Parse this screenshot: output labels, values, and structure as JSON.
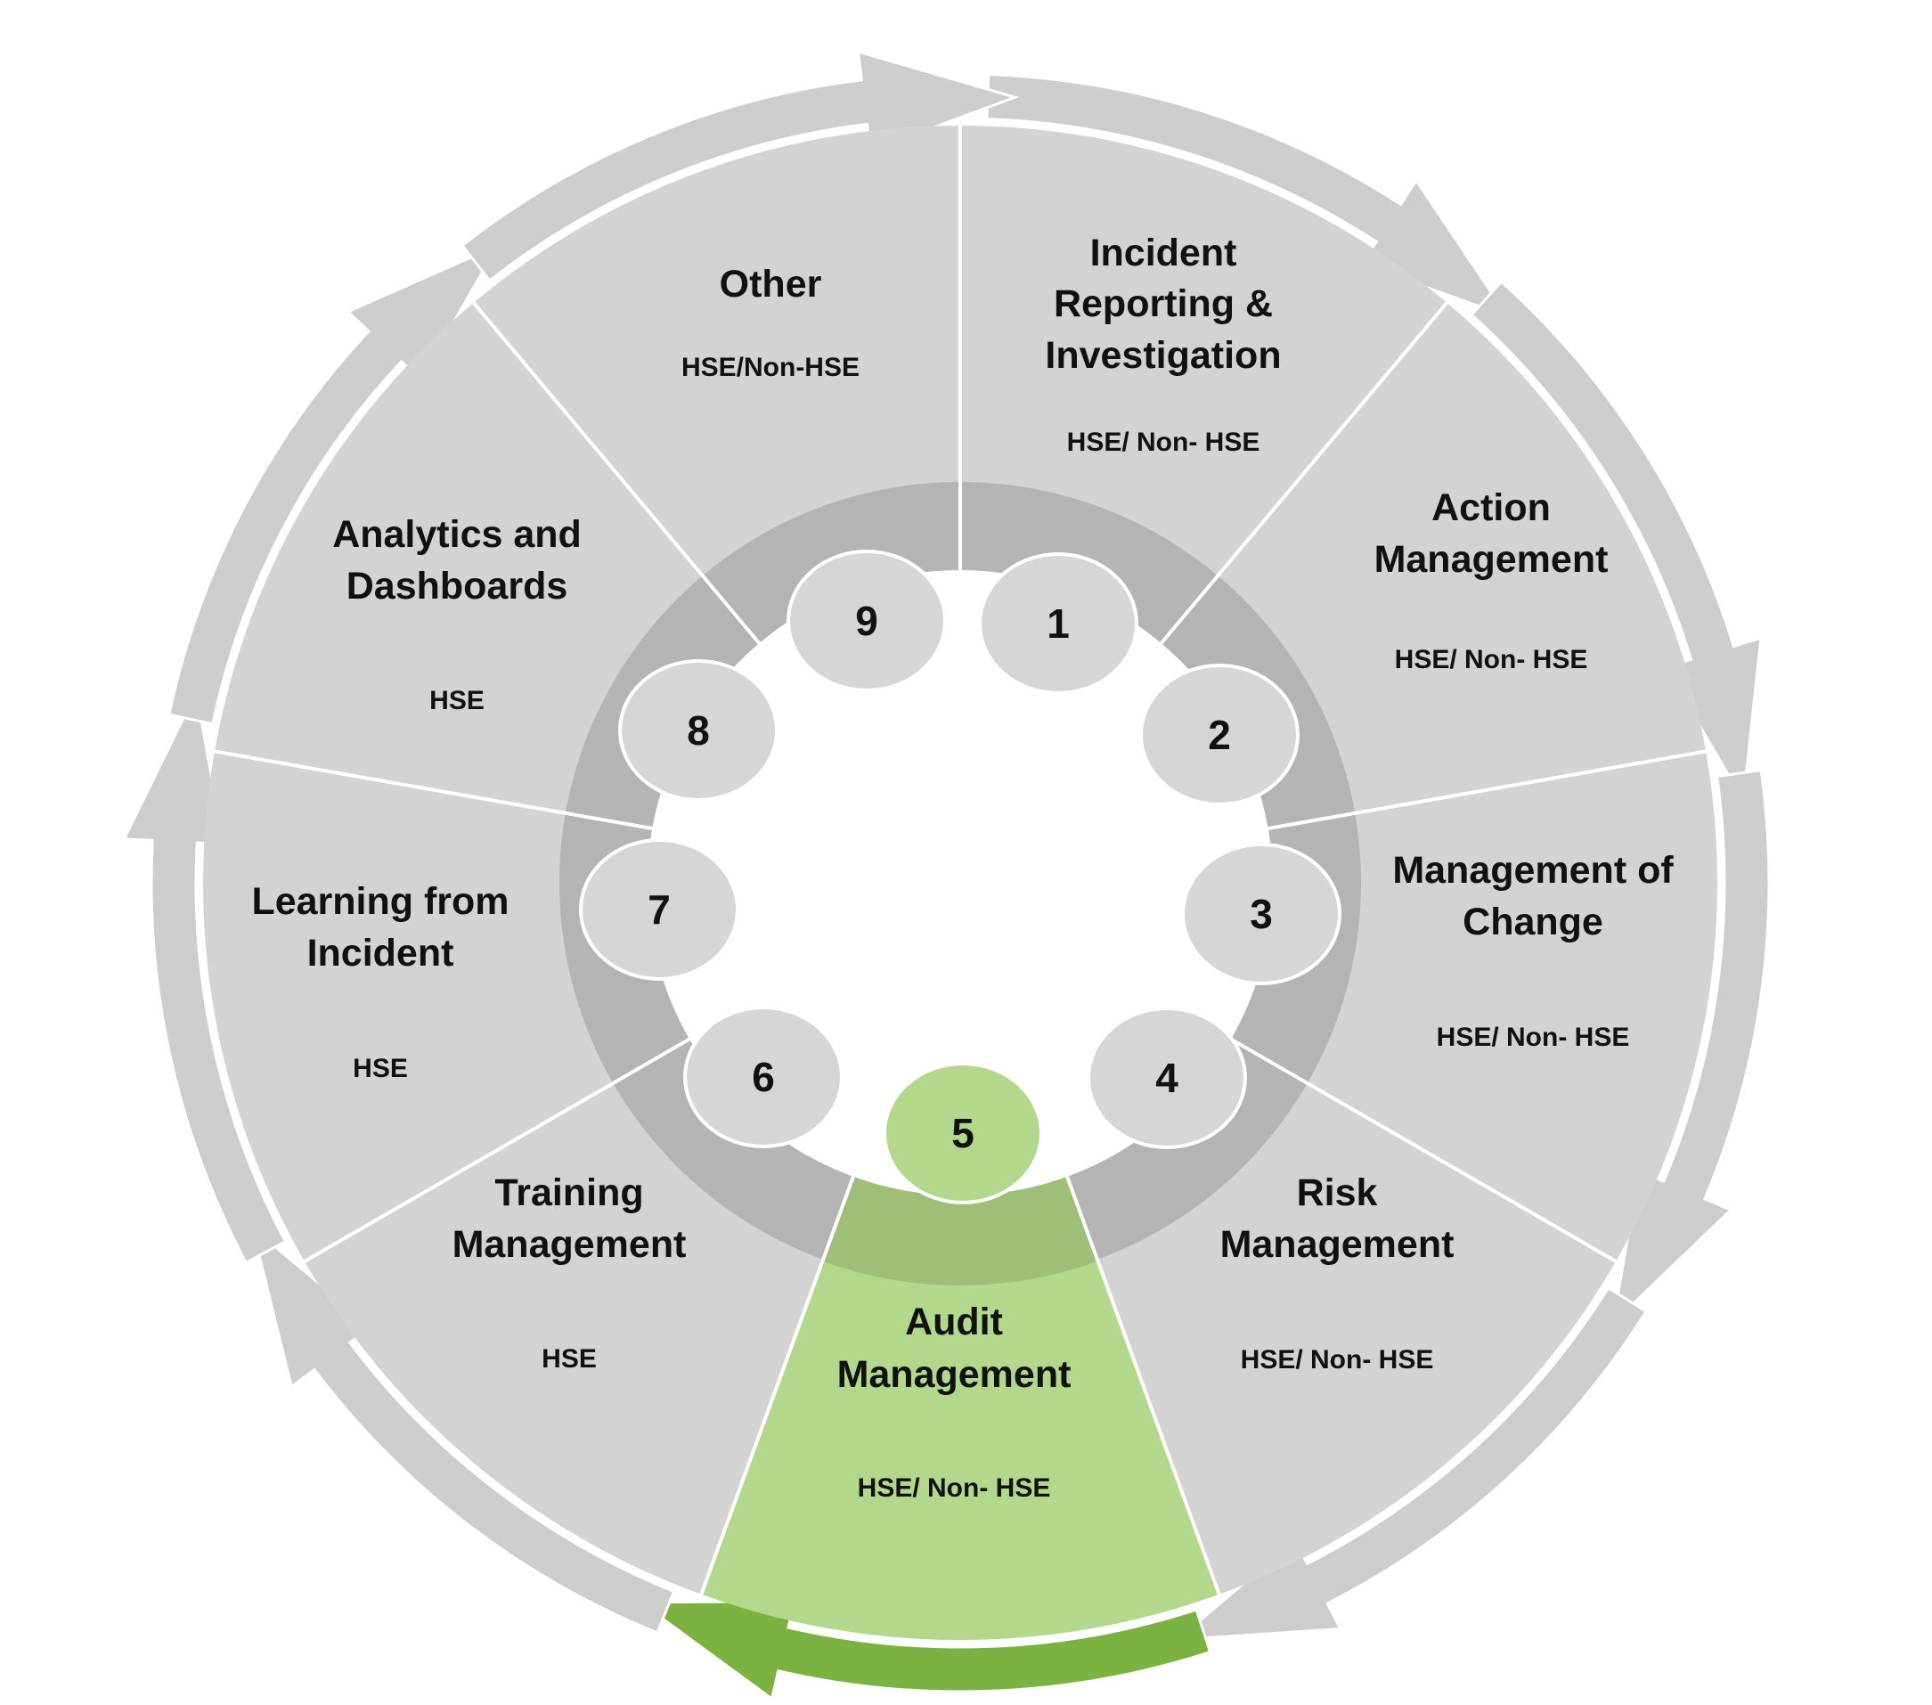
{
  "diagram": {
    "colors": {
      "segment": "#d3d3d3",
      "ring": "#b4b4b4",
      "arrow": "#cdcdcd",
      "highlight": "#b3d88c",
      "highlight_ring": "#9fbf78",
      "highlight_arrow": "#7bb242",
      "bubble": "#d6d6d6"
    },
    "highlighted": 5,
    "segments": [
      {
        "number": "1",
        "title": [
          "Incident",
          "Reporting &",
          "Investigation"
        ],
        "scope": "HSE/ Non- HSE"
      },
      {
        "number": "2",
        "title": [
          "Action",
          "Management"
        ],
        "scope": "HSE/ Non- HSE"
      },
      {
        "number": "3",
        "title": [
          "Management of",
          "Change"
        ],
        "scope": "HSE/ Non- HSE"
      },
      {
        "number": "4",
        "title": [
          "Risk",
          "Management"
        ],
        "scope": "HSE/ Non- HSE"
      },
      {
        "number": "5",
        "title": [
          "Audit",
          "Management"
        ],
        "scope": "HSE/ Non- HSE"
      },
      {
        "number": "6",
        "title": [
          "Training",
          "Management"
        ],
        "scope": "HSE"
      },
      {
        "number": "7",
        "title": [
          "Learning from",
          "Incident"
        ],
        "scope": "HSE"
      },
      {
        "number": "8",
        "title": [
          "Analytics and",
          "Dashboards"
        ],
        "scope": "HSE"
      },
      {
        "number": "9",
        "title": [
          "Other"
        ],
        "scope": "HSE/Non-HSE"
      }
    ]
  }
}
